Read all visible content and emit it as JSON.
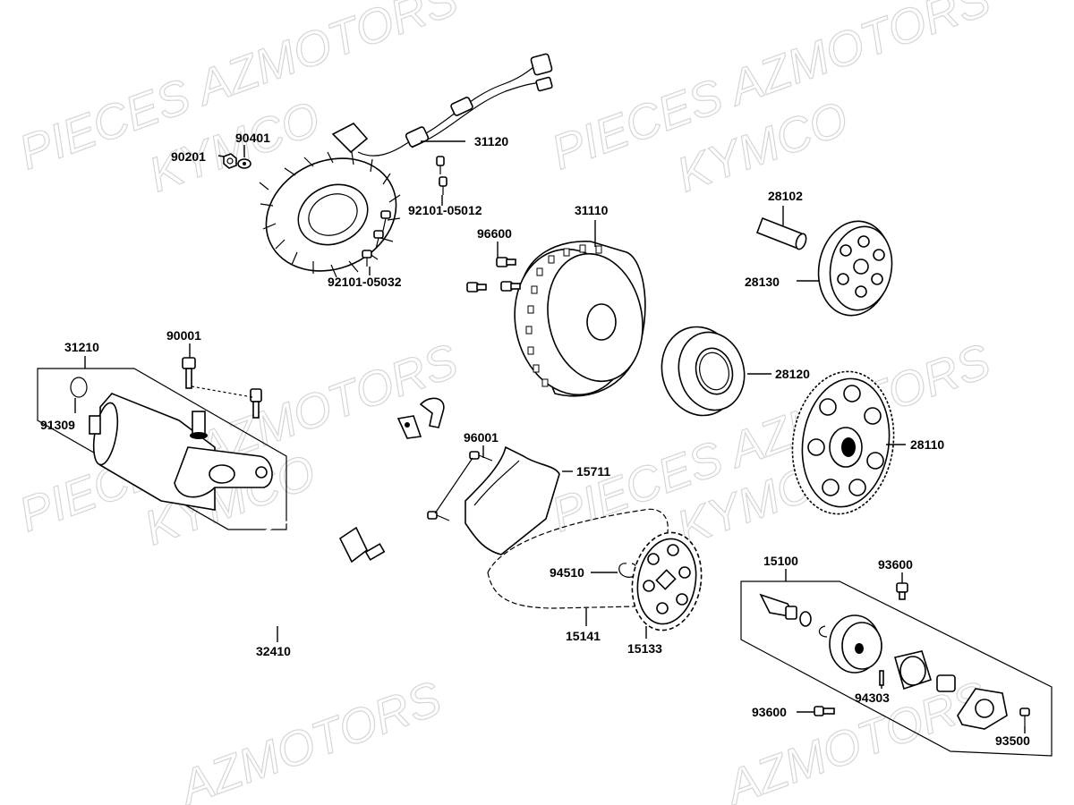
{
  "watermarks": [
    {
      "text": "PIECES AZMOTORS"
    },
    {
      "text": "KYMCO"
    },
    {
      "text": "PIECES AZMOTORS"
    },
    {
      "text": "KYMCO"
    },
    {
      "text": "PIECES AZMOTORS"
    },
    {
      "text": "KYMCO"
    },
    {
      "text": "PIECES AZMOTORS"
    },
    {
      "text": "KYMCO"
    },
    {
      "text": "AZMOTORS"
    },
    {
      "text": "AZMOTORS"
    }
  ],
  "labels": {
    "p90401": "90401",
    "p90201": "90201",
    "p31120": "31120",
    "p92101_05012": "92101-05012",
    "p92101_05032": "92101-05032",
    "p31110": "31110",
    "p96600": "96600",
    "p28102": "28102",
    "p28130": "28130",
    "p28120": "28120",
    "p28110": "28110",
    "p31210": "31210",
    "p90001": "90001",
    "p91309": "91309",
    "p96001": "96001",
    "p15711": "15711",
    "p94510": "94510",
    "p15141": "15141",
    "p15133": "15133",
    "p32410": "32410",
    "p15100": "15100",
    "p93600a": "93600",
    "p93600b": "93600",
    "p94303": "94303",
    "p93500": "93500"
  }
}
